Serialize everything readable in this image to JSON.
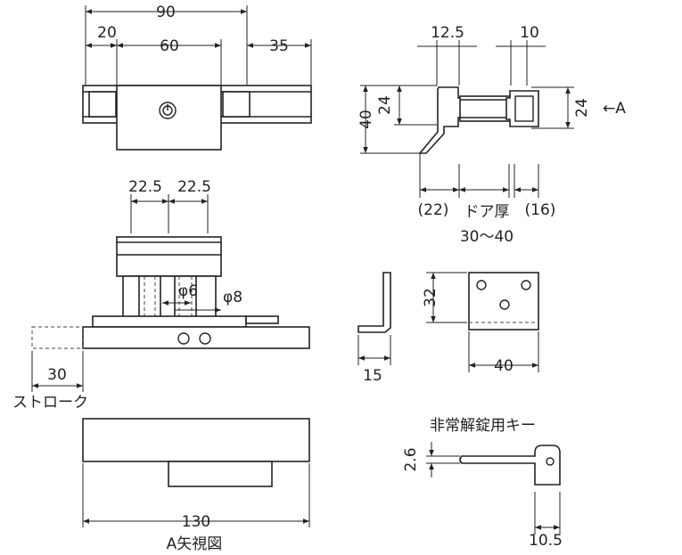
{
  "top_view": {
    "dim_90": "90",
    "dim_20": "20",
    "dim_60": "60",
    "dim_35": "35"
  },
  "side_view": {
    "dim_12_5": "12.5",
    "dim_10": "10",
    "dim_40": "40",
    "dim_24_left": "24",
    "dim_24_right": "24",
    "arrow_a": "←A",
    "dim_22": "(22)",
    "door_thickness": "ドア厚",
    "dim_16": "(16)",
    "door_range": "30〜40"
  },
  "front_view": {
    "dim_22_5_left": "22.5",
    "dim_22_5_right": "22.5",
    "phi6": "φ6",
    "phi8": "φ8",
    "dim_30": "30",
    "stroke_label": "ストローク"
  },
  "bracket_view": {
    "dim_15": "15",
    "dim_32": "32",
    "dim_40": "40"
  },
  "key_view": {
    "title": "非常解錠用キー",
    "dim_2_6": "2.6",
    "dim_10_5": "10.5"
  },
  "a_view": {
    "dim_130": "130",
    "title": "A矢視図"
  }
}
